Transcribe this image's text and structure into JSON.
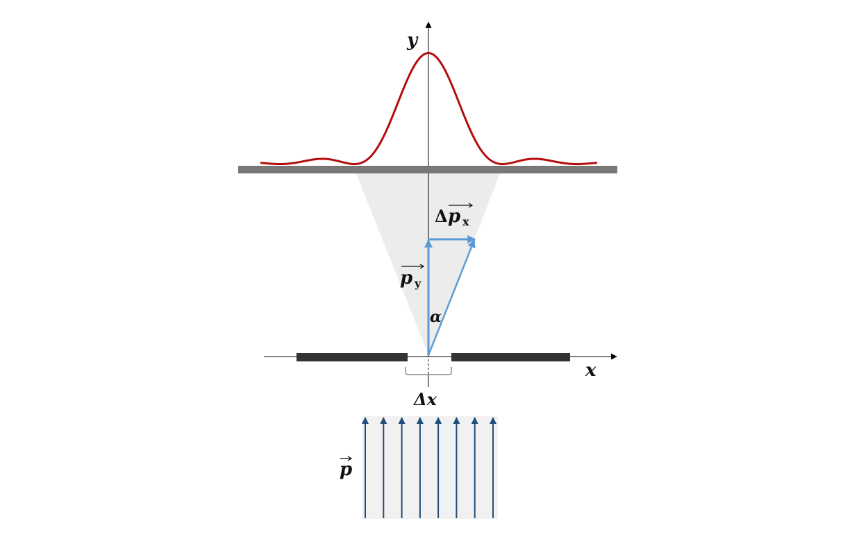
{
  "diagram": {
    "labels": {
      "y_axis": "y",
      "x_axis": "x",
      "slit_width": "Δx",
      "momentum": "p",
      "py_base": "p",
      "py_sub": "y",
      "px_delta": "Δ",
      "px_base": "p",
      "px_sub": "x",
      "angle": "α"
    },
    "colors": {
      "diffraction_curve": "#b40c0c",
      "screen": "#7a7777",
      "barrier": "#333333",
      "vector": "#5b9bd5",
      "incident_arrows": "#1f4e79",
      "shade": "#ececec",
      "axis": "#000000"
    },
    "incident_arrow_count": 8
  }
}
